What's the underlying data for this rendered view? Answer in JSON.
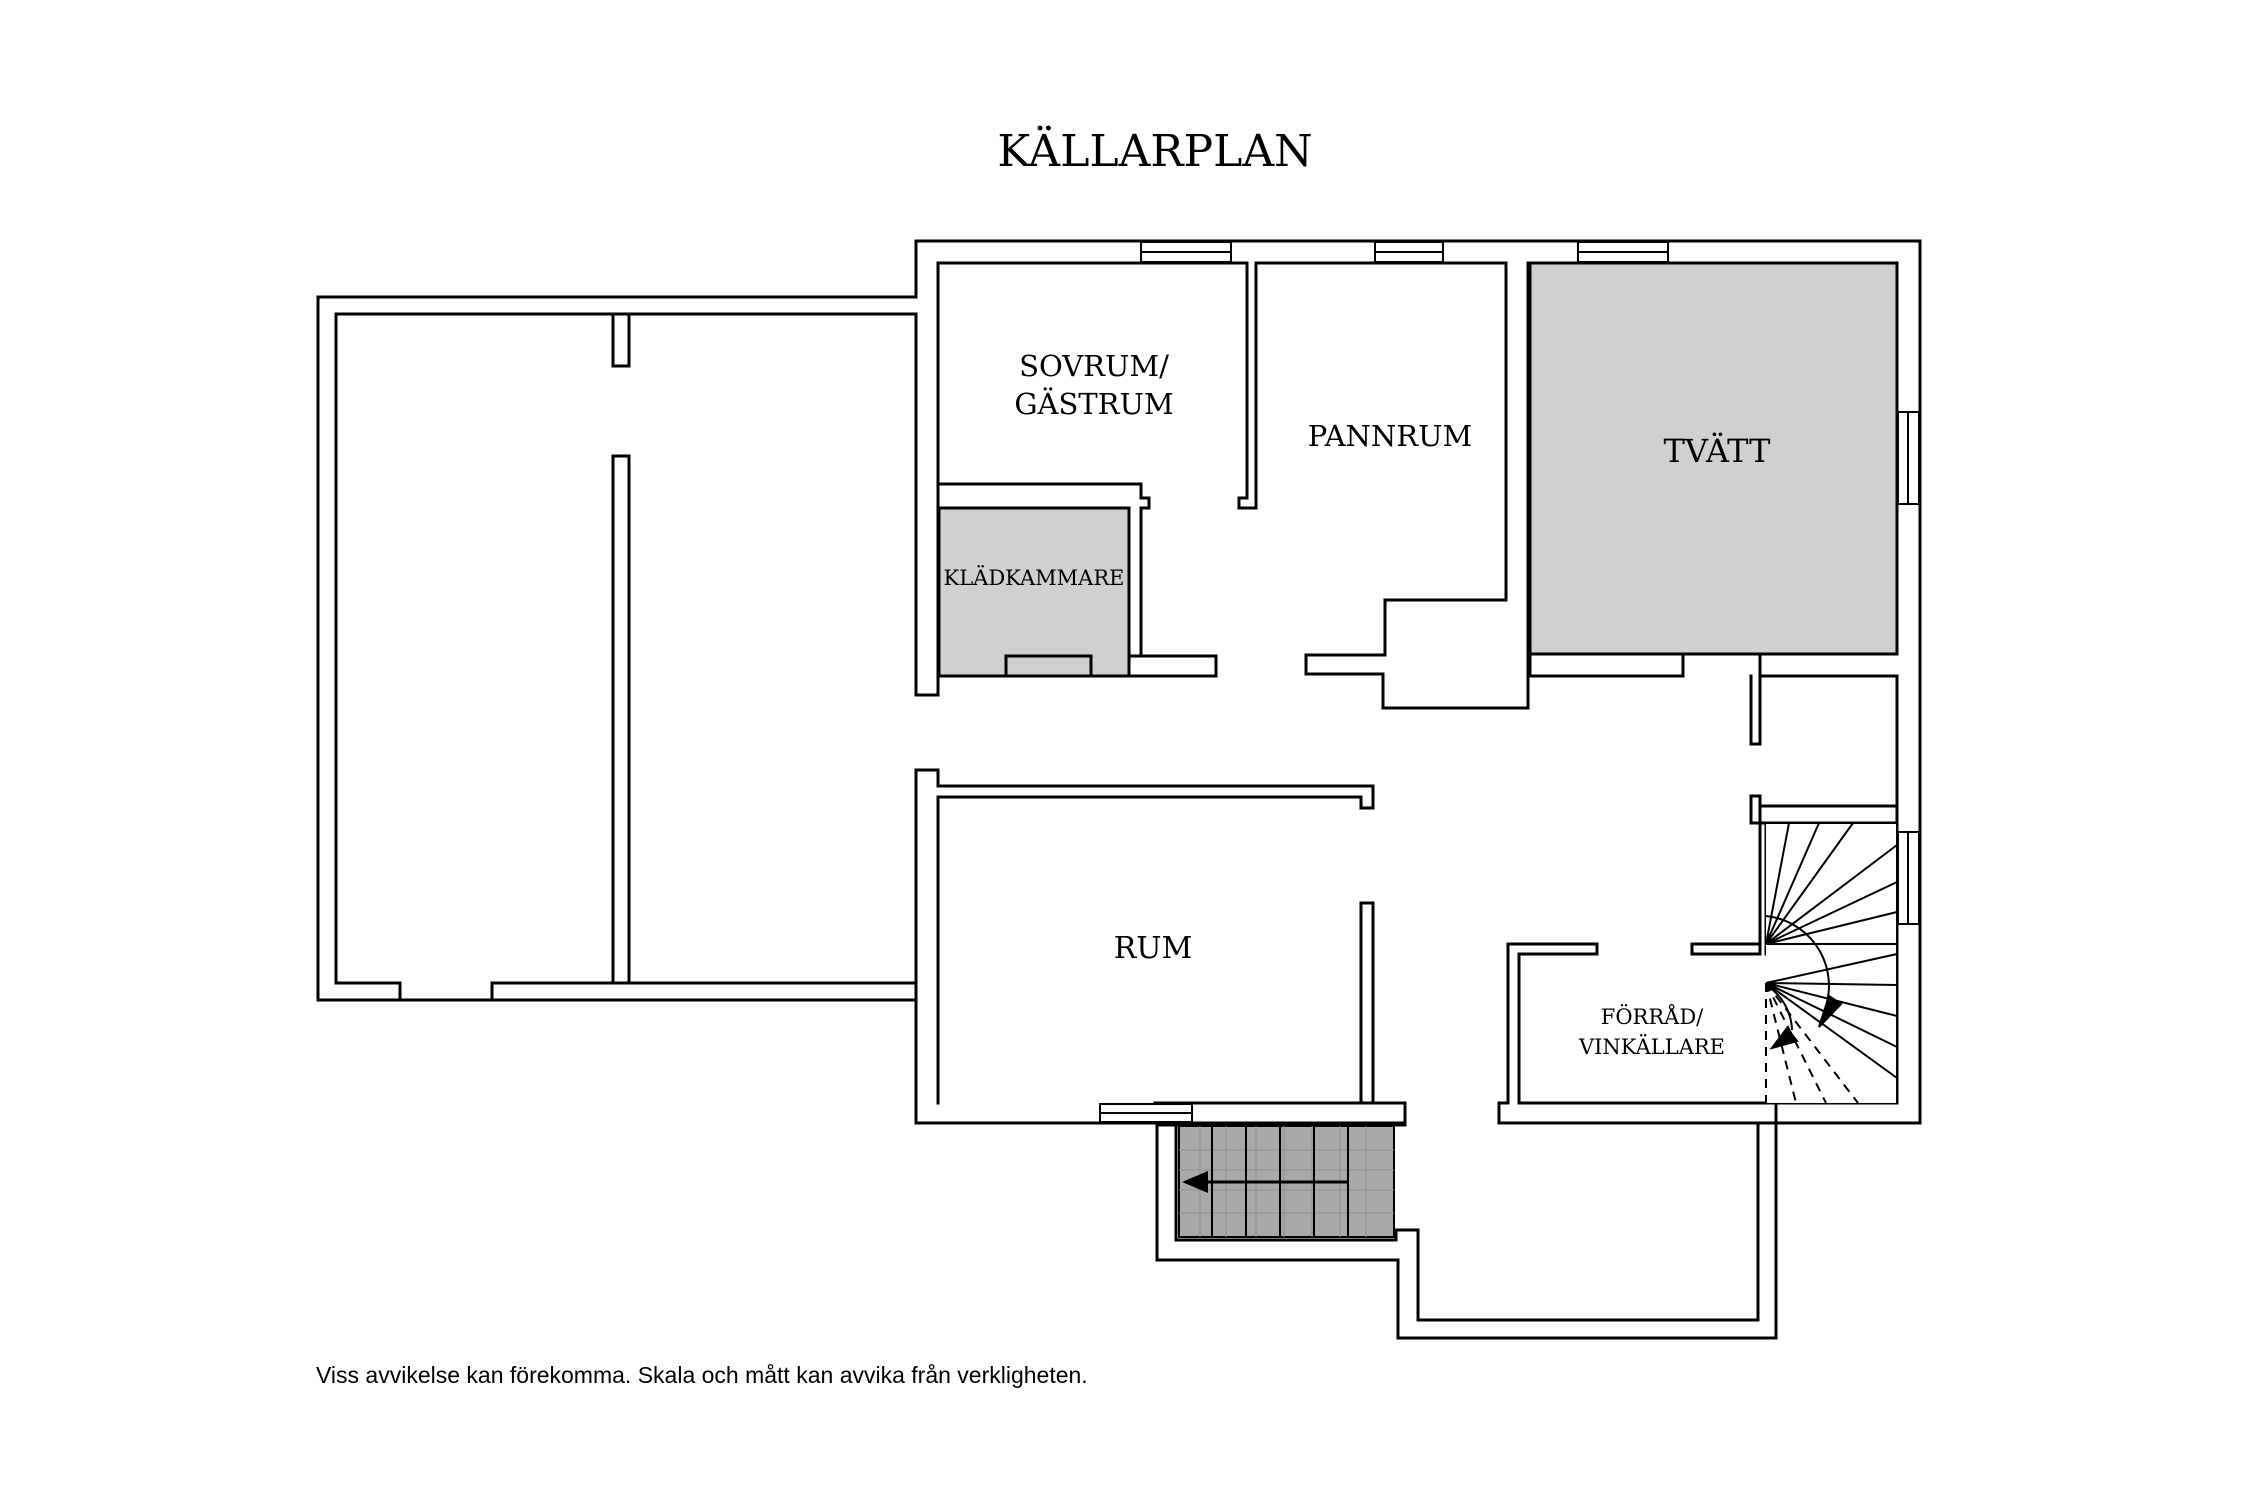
{
  "plan": {
    "title": "KÄLLARPLAN",
    "rooms": {
      "sovrum_line1": "SOVRUM/",
      "sovrum_line2": "GÄSTRUM",
      "pannrum": "PANNRUM",
      "tvatt": "TVÄTT",
      "kladkammare": "KLÄDKAMMARE",
      "rum": "RUM",
      "forrad_line1": "FÖRRÅD/",
      "forrad_line2": "VINKÄLLARE"
    },
    "disclaimer": "Viss avvikelse kan förekomma. Skala och mått kan avvika från verkligheten.",
    "colors": {
      "shaded_room": "#d0d0d0",
      "entrance_steps": "#a9a9a9"
    }
  }
}
